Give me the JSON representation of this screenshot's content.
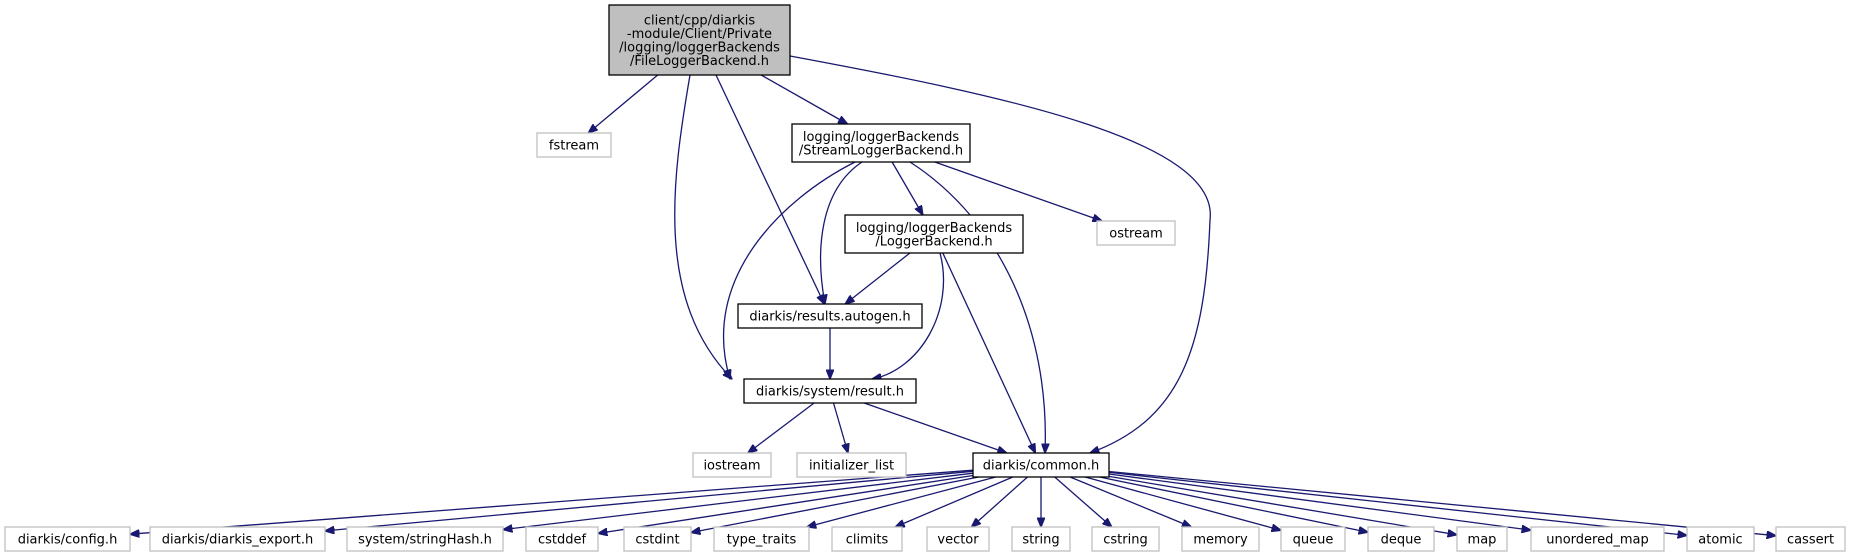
{
  "diagram": {
    "title": "",
    "edge_color": "#191970",
    "root_fill": "#bfbfbf",
    "external_border": "#bfbfbf",
    "nodes": [
      {
        "id": "root",
        "kind": "main",
        "lines": [
          "client/cpp/diarkis",
          "-module/Client/Private",
          "/logging/loggerBackends",
          "/FileLoggerBackend.h"
        ]
      },
      {
        "id": "fstream",
        "kind": "ext",
        "lines": [
          "fstream"
        ]
      },
      {
        "id": "stream",
        "kind": "doc",
        "lines": [
          "logging/loggerBackends",
          "/StreamLoggerBackend.h"
        ]
      },
      {
        "id": "ostream",
        "kind": "ext",
        "lines": [
          "ostream"
        ]
      },
      {
        "id": "logger",
        "kind": "doc",
        "lines": [
          "logging/loggerBackends",
          "/LoggerBackend.h"
        ]
      },
      {
        "id": "results",
        "kind": "doc",
        "lines": [
          "diarkis/results.autogen.h"
        ]
      },
      {
        "id": "result",
        "kind": "doc",
        "lines": [
          "diarkis/system/result.h"
        ]
      },
      {
        "id": "iostream",
        "kind": "ext",
        "lines": [
          "iostream"
        ]
      },
      {
        "id": "initlist",
        "kind": "ext",
        "lines": [
          "initializer_list"
        ]
      },
      {
        "id": "common",
        "kind": "doc",
        "lines": [
          "diarkis/common.h"
        ]
      },
      {
        "id": "config",
        "kind": "ext",
        "lines": [
          "diarkis/config.h"
        ]
      },
      {
        "id": "export",
        "kind": "ext",
        "lines": [
          "diarkis/diarkis_export.h"
        ]
      },
      {
        "id": "stringhash",
        "kind": "ext",
        "lines": [
          "system/stringHash.h"
        ]
      },
      {
        "id": "cstddef",
        "kind": "ext",
        "lines": [
          "cstddef"
        ]
      },
      {
        "id": "cstdint",
        "kind": "ext",
        "lines": [
          "cstdint"
        ]
      },
      {
        "id": "typetraits",
        "kind": "ext",
        "lines": [
          "type_traits"
        ]
      },
      {
        "id": "climits",
        "kind": "ext",
        "lines": [
          "climits"
        ]
      },
      {
        "id": "vector",
        "kind": "ext",
        "lines": [
          "vector"
        ]
      },
      {
        "id": "string",
        "kind": "ext",
        "lines": [
          "string"
        ]
      },
      {
        "id": "cstring",
        "kind": "ext",
        "lines": [
          "cstring"
        ]
      },
      {
        "id": "memory",
        "kind": "ext",
        "lines": [
          "memory"
        ]
      },
      {
        "id": "queue",
        "kind": "ext",
        "lines": [
          "queue"
        ]
      },
      {
        "id": "deque",
        "kind": "ext",
        "lines": [
          "deque"
        ]
      },
      {
        "id": "map",
        "kind": "ext",
        "lines": [
          "map"
        ]
      },
      {
        "id": "unorderedmap",
        "kind": "ext",
        "lines": [
          "unordered_map"
        ]
      },
      {
        "id": "atomic",
        "kind": "ext",
        "lines": [
          "atomic"
        ]
      },
      {
        "id": "cassert",
        "kind": "ext",
        "lines": [
          "cassert"
        ]
      }
    ],
    "edges": [
      {
        "from": "root",
        "to": "fstream"
      },
      {
        "from": "root",
        "to": "stream"
      },
      {
        "from": "root",
        "to": "results"
      },
      {
        "from": "root",
        "to": "result"
      },
      {
        "from": "root",
        "to": "common"
      },
      {
        "from": "stream",
        "to": "logger"
      },
      {
        "from": "stream",
        "to": "ostream"
      },
      {
        "from": "stream",
        "to": "results"
      },
      {
        "from": "stream",
        "to": "result"
      },
      {
        "from": "stream",
        "to": "common"
      },
      {
        "from": "logger",
        "to": "results"
      },
      {
        "from": "logger",
        "to": "result"
      },
      {
        "from": "logger",
        "to": "common"
      },
      {
        "from": "results",
        "to": "result"
      },
      {
        "from": "result",
        "to": "iostream"
      },
      {
        "from": "result",
        "to": "initlist"
      },
      {
        "from": "result",
        "to": "common"
      },
      {
        "from": "common",
        "to": "config"
      },
      {
        "from": "common",
        "to": "export"
      },
      {
        "from": "common",
        "to": "stringhash"
      },
      {
        "from": "common",
        "to": "cstddef"
      },
      {
        "from": "common",
        "to": "cstdint"
      },
      {
        "from": "common",
        "to": "typetraits"
      },
      {
        "from": "common",
        "to": "climits"
      },
      {
        "from": "common",
        "to": "vector"
      },
      {
        "from": "common",
        "to": "string"
      },
      {
        "from": "common",
        "to": "cstring"
      },
      {
        "from": "common",
        "to": "memory"
      },
      {
        "from": "common",
        "to": "queue"
      },
      {
        "from": "common",
        "to": "deque"
      },
      {
        "from": "common",
        "to": "map"
      },
      {
        "from": "common",
        "to": "unorderedmap"
      },
      {
        "from": "common",
        "to": "atomic"
      },
      {
        "from": "common",
        "to": "cassert"
      }
    ]
  }
}
